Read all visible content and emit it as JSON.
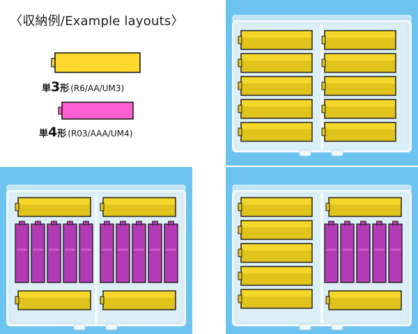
{
  "legend": {
    "title": "〈収納例/Example layouts〉",
    "items": [
      {
        "kanji": "単",
        "number": "3",
        "suffix": "形",
        "code": "(R6/AA/UM3)",
        "color": "#ffd92e"
      },
      {
        "kanji": "単",
        "number": "4",
        "suffix": "形",
        "code": "(R03/AAA/UM4)",
        "color": "#ff5fd2"
      }
    ]
  },
  "colors": {
    "background": "#6cc3ef",
    "aa_battery": "#f5d62a",
    "aaa_battery": "#b23ab4",
    "battery_outline": "#1a1a1a"
  },
  "panels": [
    {
      "id": "layout-1",
      "left_column": {
        "aa": 5,
        "aaa": 0
      },
      "right_column": {
        "aa": 5,
        "aaa": 0
      }
    },
    {
      "id": "layout-2",
      "left_column": {
        "aa_top": 1,
        "aaa": 5,
        "aa_bottom": 1
      },
      "right_column": {
        "aa_top": 1,
        "aaa": 5,
        "aa_bottom": 1
      }
    },
    {
      "id": "layout-3",
      "left_column": {
        "aa": 5
      },
      "right_column": {
        "aa_top": 1,
        "aaa": 5,
        "aa_bottom": 1
      }
    }
  ]
}
